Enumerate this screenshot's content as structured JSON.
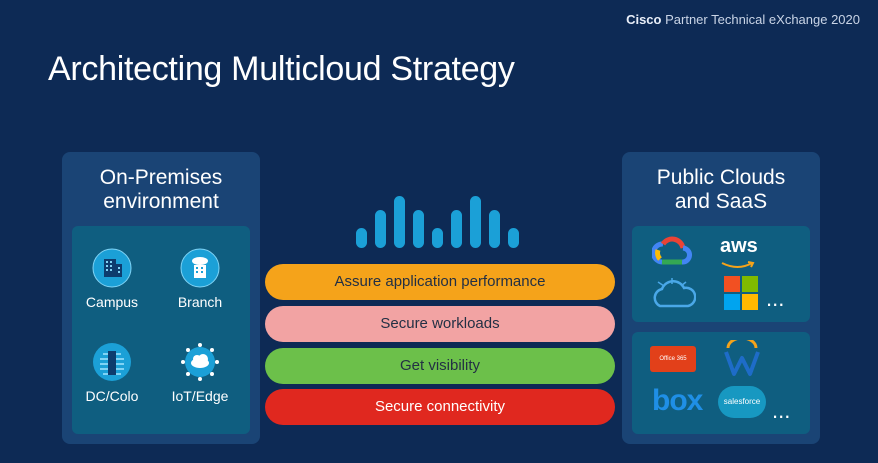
{
  "header": {
    "brand_bold": "Cisco",
    "brand_rest": " Partner Technical eXchange 2020",
    "title": "Architecting Multicloud Strategy"
  },
  "left_panel": {
    "title_line1": "On-Premises",
    "title_line2": "environment",
    "sites": [
      {
        "label": "Campus",
        "icon": "campus-building-icon"
      },
      {
        "label": "Branch",
        "icon": "branch-building-icon"
      },
      {
        "label": "DC/Colo",
        "icon": "datacenter-icon"
      },
      {
        "label": "IoT/Edge",
        "icon": "iot-edge-icon"
      }
    ]
  },
  "right_panel": {
    "title_line1": "Public Clouds",
    "title_line2": "and SaaS",
    "cloud_logos": [
      "google-cloud-logo",
      "aws-logo",
      "ibm-cloud-logo",
      "microsoft-logo"
    ],
    "aws_text": "aws",
    "saas_logos": [
      "office365-logo",
      "workday-logo",
      "box-logo",
      "salesforce-logo"
    ],
    "office_text": "Office 365",
    "box_text": "box",
    "salesforce_text": "salesforce",
    "ellipsis": "..."
  },
  "pillars": [
    {
      "label": "Assure application performance",
      "color": "#f5a31a"
    },
    {
      "label": "Secure workloads",
      "color": "#f2a3a3"
    },
    {
      "label": "Get visibility",
      "color": "#6cc04a"
    },
    {
      "label": "Secure connectivity",
      "color": "#e0281f"
    }
  ],
  "colors": {
    "background": "#0d2a55",
    "panel": "#1a4475",
    "inner_panel": "#0f5e80",
    "cisco_bars": "#1ba0d7"
  }
}
